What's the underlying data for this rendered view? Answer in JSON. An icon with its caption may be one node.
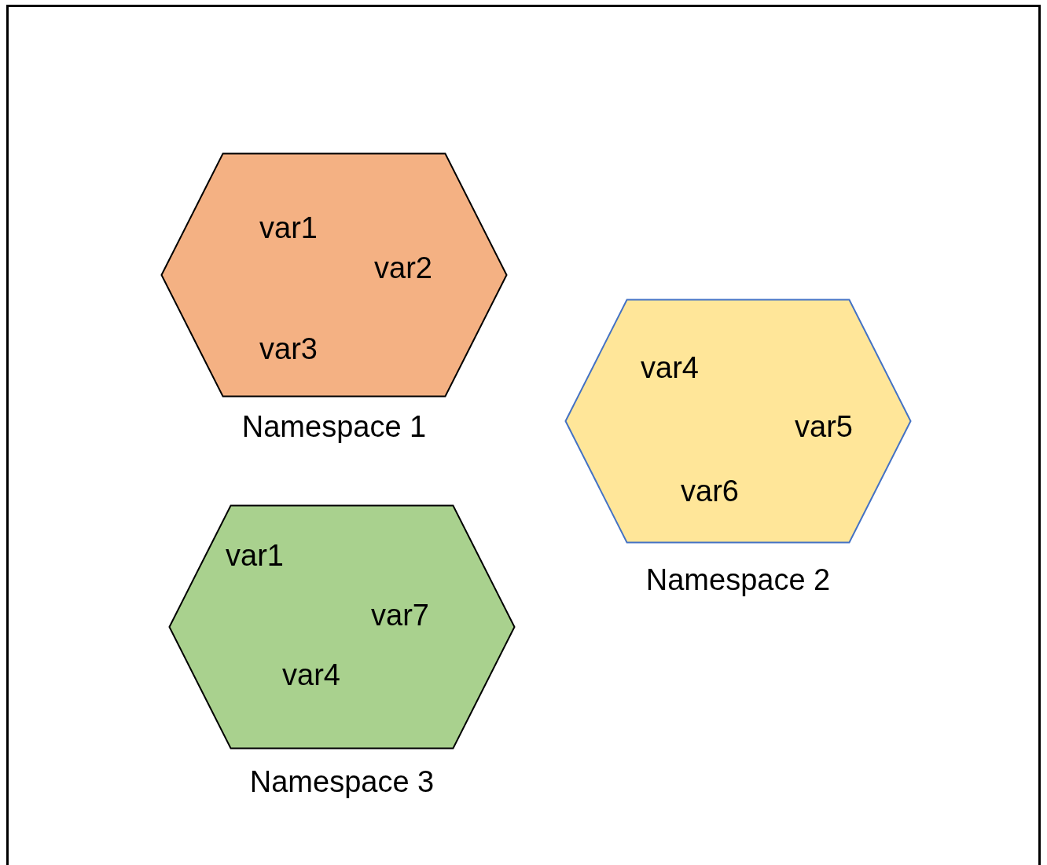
{
  "diagram": {
    "nodes": [
      {
        "text": [
          "var1",
          "var2",
          "var3",
          "Namespace 1"
        ]
      },
      {
        "text": [
          "var4",
          "var5",
          "var6",
          "Namespace 2"
        ]
      },
      {
        "text": [
          "var1",
          "var7",
          "var4",
          "Namespace 3"
        ]
      }
    ]
  }
}
